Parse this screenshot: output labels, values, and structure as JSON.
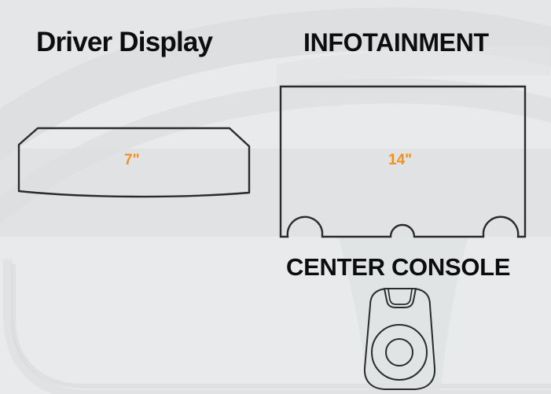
{
  "diagram": {
    "background_color": "#e8eaec",
    "outline_color": "#2b2b2b",
    "accent_color": "#f2901f",
    "swoosh_color": "#dcdee0",
    "panels": [
      {
        "id": "driver-display",
        "title": "Driver Display",
        "dimension": "7\"",
        "shape": "hexagonal-chamfered-screen"
      },
      {
        "id": "infotainment",
        "title": "INFOTAINMENT",
        "dimension": "14\"",
        "shape": "rectangle-with-knob-cutouts"
      },
      {
        "id": "center-console",
        "title": "CENTER CONSOLE",
        "dimension": "",
        "shape": "rounded-console-with-dial"
      }
    ]
  },
  "icons": {
    "driver_display_outline": "driver-display-outline-icon",
    "infotainment_outline": "infotainment-screen-outline-icon",
    "center_console_outline": "center-console-outline-icon",
    "console_dial": "rotary-dial-icon",
    "knob_cutout_left": "knob-cutout-left-icon",
    "knob_cutout_right": "knob-cutout-right-icon",
    "center_notch": "center-notch-icon"
  }
}
